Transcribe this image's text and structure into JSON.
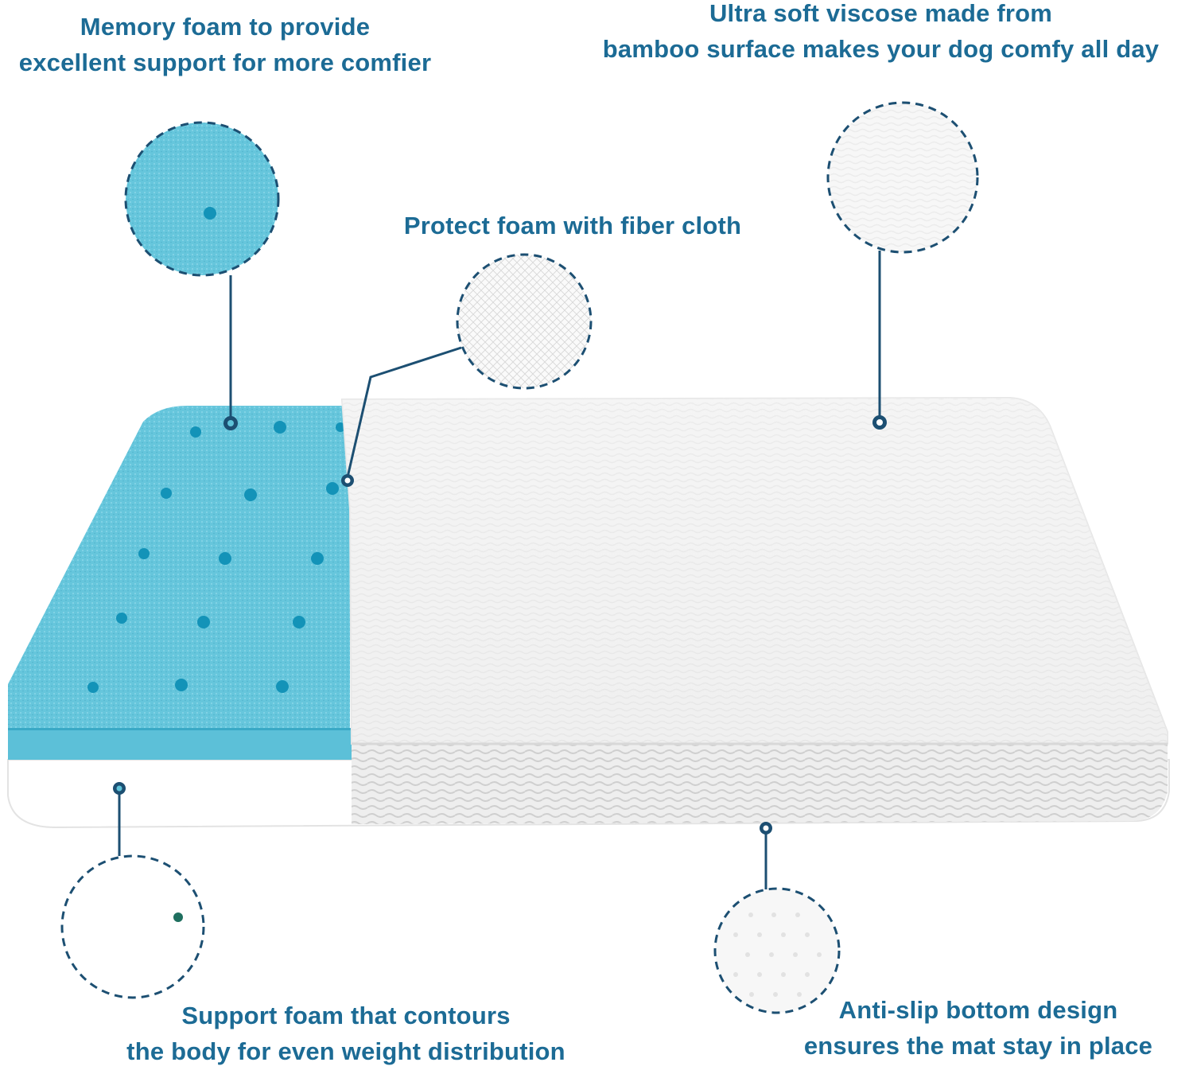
{
  "colors": {
    "caption": "#1c6b95",
    "callout_line": "#1c4f72",
    "foam_blue": "#5fc3d9",
    "foam_hole": "#138fb3",
    "cover_white": "#f2f2f2"
  },
  "callouts": {
    "memory_foam": {
      "lines": [
        "Memory foam to provide",
        "excellent support for more comfier"
      ],
      "icon": "memory-foam-swatch-icon"
    },
    "fiber_cloth": {
      "lines": [
        "Protect foam with fiber cloth"
      ],
      "icon": "fiber-cloth-swatch-icon"
    },
    "viscose": {
      "lines": [
        "Ultra soft viscose made from",
        "bamboo surface makes your dog comfy all day"
      ],
      "icon": "bamboo-viscose-swatch-icon"
    },
    "support_foam": {
      "lines": [
        "Support foam that contours",
        "the body for even weight distribution"
      ],
      "icon": "support-foam-swatch-icon"
    },
    "anti_slip": {
      "lines": [
        "Anti-slip bottom design",
        "ensures the mat stay in place"
      ],
      "icon": "anti-slip-dots-swatch-icon"
    }
  }
}
